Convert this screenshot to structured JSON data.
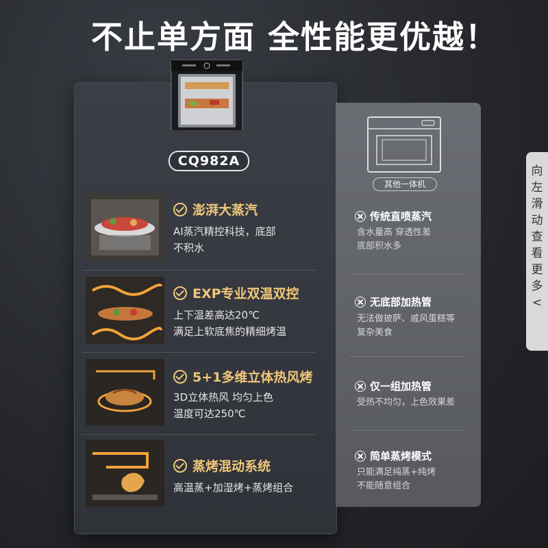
{
  "headline": "不止单方面 全性能更优越！",
  "product": {
    "model": "CQ982A"
  },
  "other": {
    "label": "其他一体机"
  },
  "features": [
    {
      "title": "澎湃大蒸汽",
      "desc": [
        "AI蒸汽精控科技，底部",
        "不积水"
      ]
    },
    {
      "title": "EXP专业双温双控",
      "desc": [
        "上下温差高达20℃",
        "满足上软底焦的精细烤温"
      ]
    },
    {
      "title": "5+1多维立体热风烤",
      "desc": [
        "3D立体热风 均匀上色",
        "温度可达250℃"
      ]
    },
    {
      "title": "蒸烤混动系统",
      "desc": [
        "高温蒸+加湿烤+蒸烤组合"
      ]
    }
  ],
  "compare": [
    {
      "title": "传统直喷蒸汽",
      "desc": [
        "含水量高 穿透性差",
        "底部积水多"
      ]
    },
    {
      "title": "无底部加热管",
      "desc": [
        "无法做披萨、戚风蛋糕等",
        "复杂美食"
      ]
    },
    {
      "title": "仅一组加热管",
      "desc": [
        "受热不均匀，上色效果差"
      ]
    },
    {
      "title": "简单蒸烤模式",
      "desc": [
        "只能满足纯蒸+纯烤",
        "不能随意组合"
      ]
    }
  ],
  "swipe_hint": [
    "向",
    "左",
    "滑",
    "动",
    "查",
    "看",
    "更",
    "多",
    "<"
  ],
  "colors": {
    "accent": "#f0c87a",
    "background": "#24262b",
    "panel_right": "#5f6166"
  }
}
